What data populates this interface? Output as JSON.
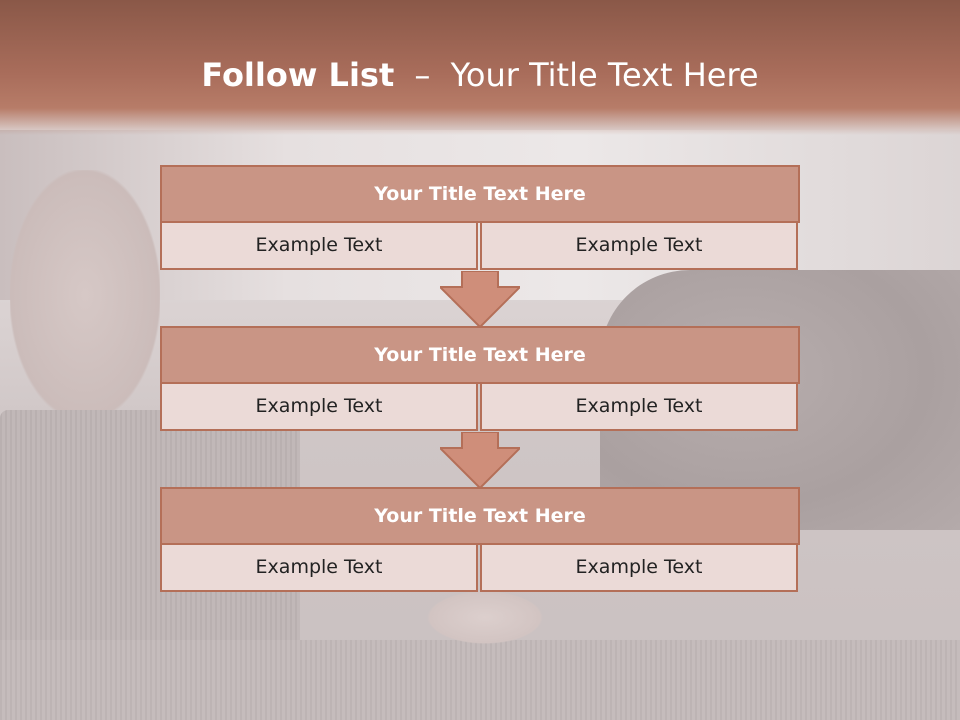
{
  "slide": {
    "title_bold": "Follow List",
    "title_dash": "–",
    "title_rest": "Your Title Text Here"
  },
  "blocks": [
    {
      "title": "Your Title Text Here",
      "left": "Example Text",
      "right": "Example Text"
    },
    {
      "title": "Your Title Text Here",
      "left": "Example Text",
      "right": "Example Text"
    },
    {
      "title": "Your Title Text Here",
      "left": "Example Text",
      "right": "Example Text"
    }
  ],
  "colors": {
    "header": "#a96d5b",
    "block_title_fill": "#c99585",
    "block_cell_fill": "#ebdad7",
    "border": "#b46f58"
  },
  "icons": [
    "down-arrow-icon",
    "down-arrow-icon"
  ]
}
